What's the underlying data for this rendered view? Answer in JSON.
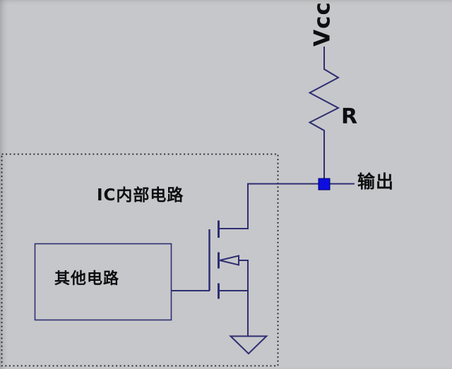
{
  "diagram": {
    "type": "circuit-schematic",
    "labels": {
      "vcc": "Vcc",
      "resistor": "R",
      "output": "输出",
      "ic_internal": "IC内部电路",
      "other_circuit": "其他电路"
    },
    "components": [
      "vcc-power-rail",
      "pullup-resistor",
      "output-node",
      "output-wire",
      "nmos-transistor",
      "ground-symbol",
      "ic-boundary-dashed-box",
      "other-circuit-block"
    ],
    "colors": {
      "background": "#c6c7ca",
      "wire": "#2e2e72",
      "node_fill": "#0d0ddf",
      "node_stroke": "#000070",
      "text": "#0e0e10",
      "dashed_border": "#20202c"
    }
  }
}
